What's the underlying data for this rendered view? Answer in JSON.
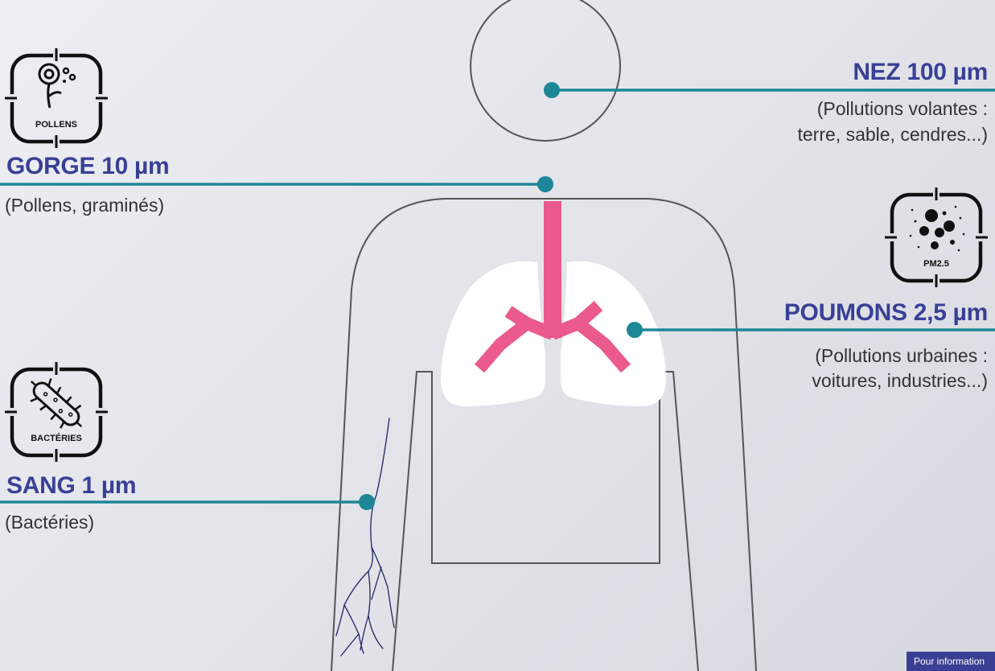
{
  "colors": {
    "title": "#3a3f96",
    "connector": "#1d8798",
    "trachea": "#ea5a8c",
    "outline": "#555555",
    "vein": "#1e2563",
    "badge_bg": "#3b3f93"
  },
  "labels": {
    "nez": {
      "title": "NEZ 100 µm",
      "desc_line1": "(Pollutions volantes :",
      "desc_line2": "terre, sable, cendres...)"
    },
    "gorge": {
      "title": "GORGE 10 µm",
      "desc_line1": "(Pollens, graminés)"
    },
    "poumons": {
      "title": "POUMONS 2,5 µm",
      "desc_line1": "(Pollutions urbaines :",
      "desc_line2": "voitures, industries...)"
    },
    "sang": {
      "title": "SANG 1 µm",
      "desc_line1": "(Bactéries)"
    }
  },
  "icons": {
    "pollens": {
      "name": "flower-pollen-icon",
      "caption": "POLLENS"
    },
    "pm25": {
      "name": "particles-icon",
      "caption": "PM2.5"
    },
    "bacteries": {
      "name": "bacteria-icon",
      "caption": "BACTÉRIES"
    }
  },
  "footer": {
    "badge_text": "Pour information"
  }
}
